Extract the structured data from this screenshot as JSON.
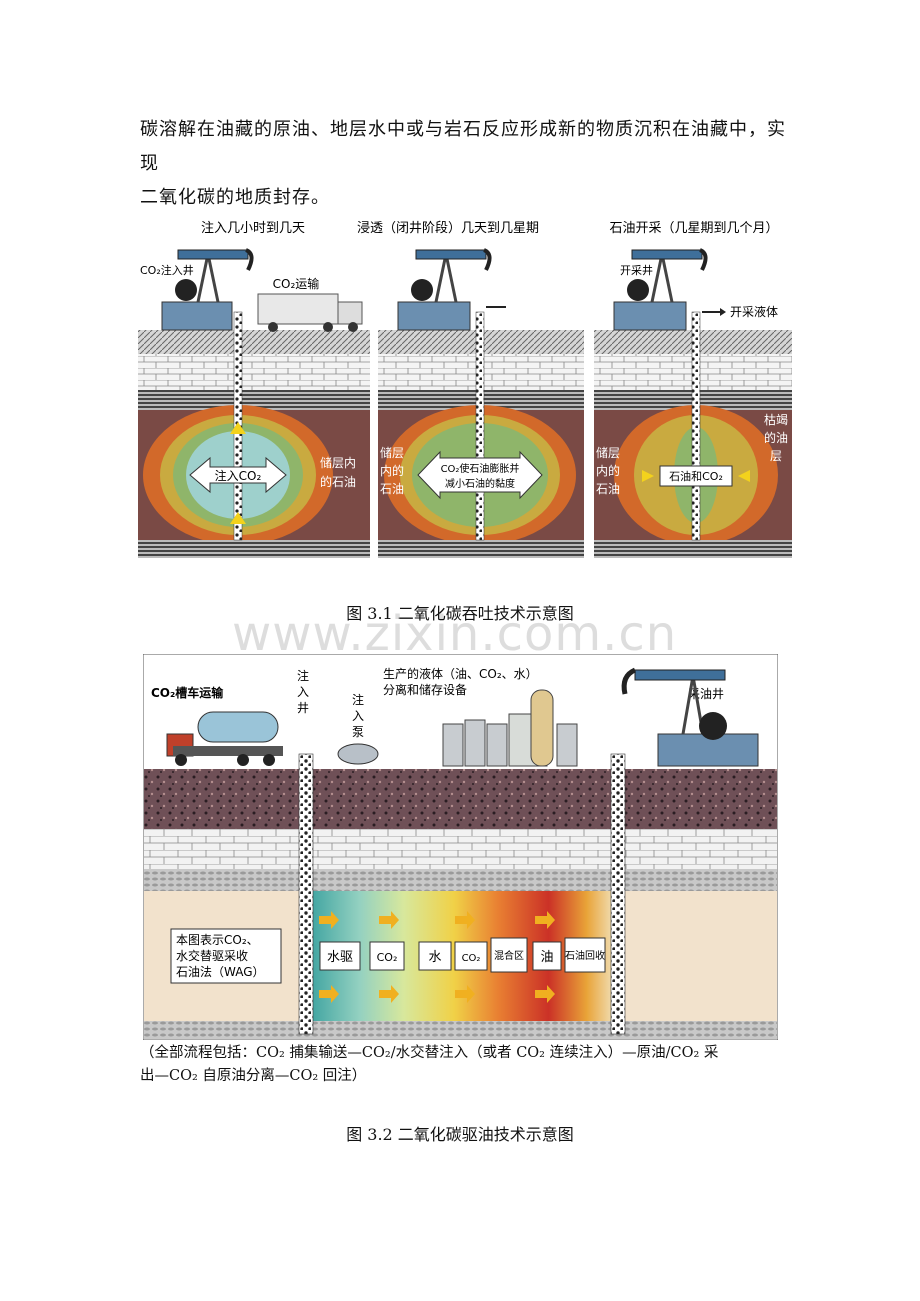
{
  "paragraph": {
    "line1": "碳溶解在油藏的原油、地层水中或与岩石反应形成新的物质沉积在油藏中，实现",
    "line2": "二氧化碳的地质封存。"
  },
  "figure1": {
    "panels": [
      {
        "title": "注入几小时到几天",
        "well_label": "CO₂注入井",
        "truck_label": "CO₂运输",
        "center_label": "注入CO₂",
        "side_label": [
          "储层内",
          "的石油"
        ]
      },
      {
        "title": "浸透（闭井阶段）几天到几星期",
        "center_label": [
          "CO₂使石油膨胀并",
          "减小石油的黏度"
        ],
        "side_label": [
          "储层",
          "内的",
          "石油"
        ]
      },
      {
        "title": "石油开采（几星期到几个月）",
        "well_label": "开采井",
        "arrow_label": "开采液体",
        "center_label": "石油和CO₂",
        "side_label": [
          "储层",
          "内的",
          "石油"
        ],
        "right_label": [
          "枯竭",
          "的油",
          "层"
        ]
      }
    ],
    "caption": "图 3.1  二氧化碳吞吐技术示意图"
  },
  "watermark": "www.zixin.com.cn",
  "figure2": {
    "truck_label": "CO₂槽车运输",
    "inject_well": [
      "注",
      "入",
      "井"
    ],
    "inject_pump": [
      "注",
      "入",
      "泵"
    ],
    "facility_label": [
      "生产的液体（油、CO₂、水）",
      "分离和储存设备"
    ],
    "production_well": "采油井",
    "legend": [
      "本图表示CO₂、",
      "水交替驱采收",
      "石油法（WAG）"
    ],
    "zones": [
      "水驱",
      "CO₂",
      "水",
      "CO₂",
      "混合区",
      "油",
      "石油回收"
    ],
    "caption": "图 3.2  二氧化碳驱油技术示意图"
  },
  "note": {
    "line1": "（全部流程包括：CO₂ 捕集输送—CO₂/水交替注入（或者 CO₂ 连续注入）—原油/CO₂ 采",
    "line2": "出—CO₂ 自原油分离—CO₂ 回注）"
  }
}
